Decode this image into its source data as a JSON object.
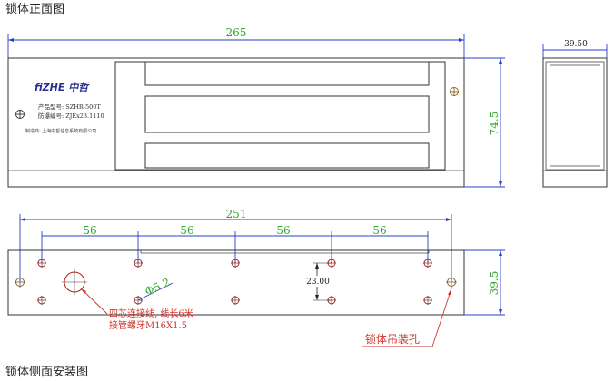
{
  "captions": {
    "front_title": "锁体正面图",
    "side_title": "锁体侧面安装图"
  },
  "front_view": {
    "width_dim": "265",
    "height_dim": "74.5",
    "brand": "ZHE 中哲",
    "brand_prefix": "fi",
    "model_line": "产品型号: SZHR-500T",
    "anti_fake_line": "防爆编号: ZJEx23.1110",
    "maker_line": "制造商: 上海中哲信息系统有限公司"
  },
  "end_view": {
    "width_dim": "39.50"
  },
  "side_view": {
    "overall_dim": "251",
    "spacing_dims": [
      "56",
      "56",
      "56",
      "56"
    ],
    "hole_dim": "Φ5.2",
    "vertical_dim": "23.00",
    "height_dim": "39.5",
    "cable_note_line1": "四芯连接线, 线长6米",
    "cable_note_line2": "接管螺牙M16X1.5",
    "hanging_hole_label": "锁体吊装孔"
  },
  "colors": {
    "dimension_green": "#2fa52f",
    "dimension_blue": "#2b3fc7",
    "note_red": "#d0342c",
    "brand_blue": "#2a2f8f"
  }
}
